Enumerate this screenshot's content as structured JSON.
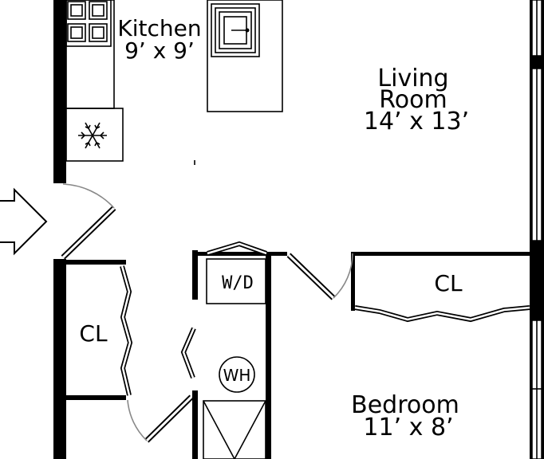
{
  "rooms": {
    "kitchen": {
      "name": "Kitchen",
      "size": "9’ x 9’"
    },
    "living": {
      "name_line1": "Living",
      "name_line2": "Room",
      "size": "14’ x 13’"
    },
    "bedroom": {
      "name": "Bedroom",
      "size": "11’ x 8’"
    }
  },
  "labels": {
    "closet_left": "CL",
    "closet_right": "CL",
    "washer_dryer": "W/D",
    "water_heater": "WH"
  },
  "icons": {
    "stove": "stove-icon",
    "fridge": "snowflake-icon",
    "sink": "sink-icon",
    "entry": "entry-arrow-icon"
  }
}
